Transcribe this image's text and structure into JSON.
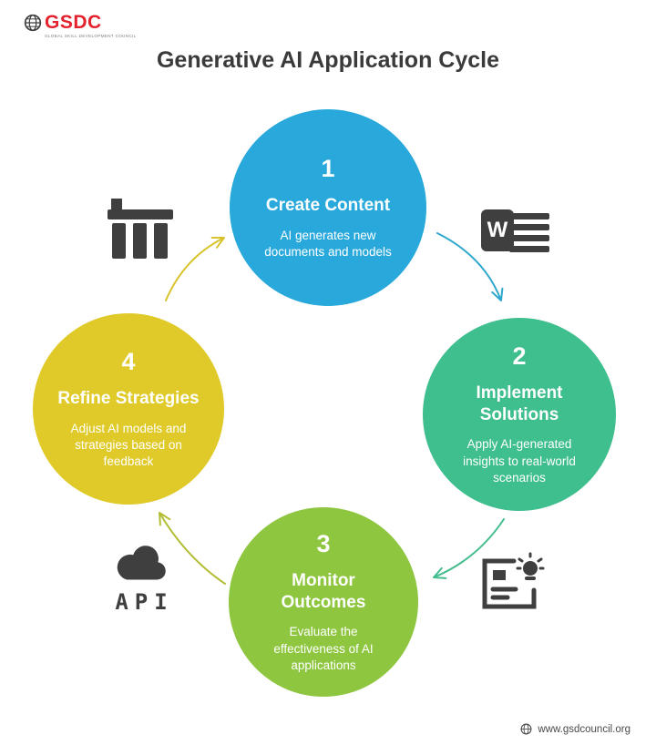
{
  "page": {
    "title": "Generative AI Application Cycle",
    "background": "#ffffff"
  },
  "logo": {
    "text": "GSDC",
    "subtext": "GLOBAL SKILL DEVELOPMENT COUNCIL",
    "color": "#e4222e"
  },
  "steps": [
    {
      "number": "1",
      "title": "Create Content",
      "description": "AI generates new documents and models",
      "color": "#29a9db"
    },
    {
      "number": "2",
      "title": "Implement Solutions",
      "description": "Apply AI-generated insights to real-world scenarios",
      "color": "#3fbe8e"
    },
    {
      "number": "3",
      "title": "Monitor Outcomes",
      "description": "Evaluate the effectiveness of AI applications",
      "color": "#8ec640"
    },
    {
      "number": "4",
      "title": "Refine Strategies",
      "description": "Adjust AI models and strategies based on feedback",
      "color": "#e0ca29"
    }
  ],
  "icons": {
    "color": "#3f3f3f",
    "word_letter": "W",
    "api_label": "API",
    "names": [
      "factory-icon",
      "word-document-icon",
      "checklist-lightbulb-icon",
      "api-cloud-icon"
    ]
  },
  "arrows": [
    {
      "from": "4",
      "to": "1",
      "color": "#d8c32b"
    },
    {
      "from": "1",
      "to": "2",
      "color": "#2fa8cd"
    },
    {
      "from": "2",
      "to": "3",
      "color": "#43bd8d"
    },
    {
      "from": "3",
      "to": "4",
      "color": "#b3bd34"
    }
  ],
  "footer": {
    "url": "www.gsdcouncil.org"
  }
}
